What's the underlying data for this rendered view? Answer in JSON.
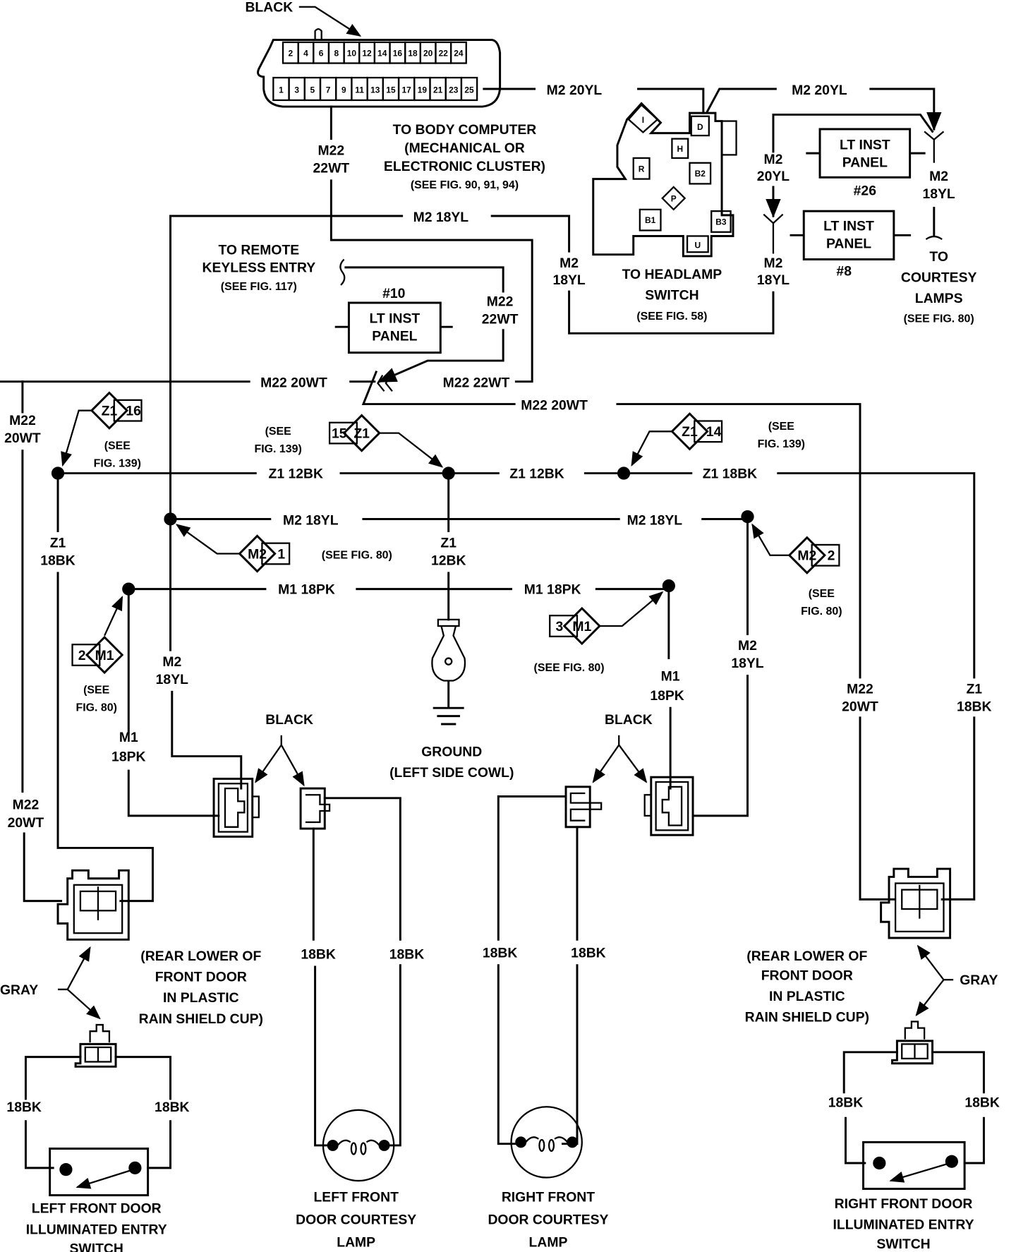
{
  "diagram": {
    "title": "Courtesy / Illuminated Entry Wiring",
    "body_computer": {
      "connector_color": "BLACK",
      "pins_top": [
        "2",
        "4",
        "6",
        "8",
        "10",
        "12",
        "14",
        "16",
        "18",
        "20",
        "22",
        "24"
      ],
      "pins_bottom": [
        "1",
        "3",
        "5",
        "7",
        "9",
        "11",
        "13",
        "15",
        "17",
        "19",
        "21",
        "23",
        "25"
      ],
      "label": [
        "TO BODY COMPUTER",
        "(MECHANICAL OR",
        "ELECTRONIC CLUSTER)",
        "(SEE FIG. 90, 91, 94)"
      ],
      "pin7_wire": [
        "M22",
        "22WT"
      ]
    },
    "headlamp_switch": {
      "pins": [
        "I",
        "D",
        "H",
        "R",
        "B2",
        "P",
        "B1",
        "B3",
        "U"
      ],
      "label": [
        "TO HEADLAMP",
        "SWITCH",
        "(SEE FIG. 58)"
      ]
    },
    "wires": {
      "m2_20yl": "M2 20YL",
      "m2_18yl": "M2 18YL",
      "m2_stack_20yl": [
        "M2",
        "20YL"
      ],
      "m2_stack_18yl": [
        "M2",
        "18YL"
      ],
      "m22_22wt": "M22 22WT",
      "m22_20wt": "M22 20WT",
      "m22_stack_22wt": [
        "M22",
        "22WT"
      ],
      "m22_stack_20wt": [
        "M22",
        "20WT"
      ],
      "z1_12bk": "Z1 12BK",
      "z1_18bk": "Z1 18BK",
      "z1_stack_12bk": [
        "Z1",
        "12BK"
      ],
      "z1_stack_18bk": [
        "Z1",
        "18BK"
      ],
      "m1_18pk": "M1 18PK",
      "m1_stack_18pk": [
        "M1",
        "18PK"
      ],
      "bk18": "18BK"
    },
    "lt_inst_panels": [
      {
        "label": [
          "LT INST",
          "PANEL"
        ],
        "num": "#26"
      },
      {
        "label": [
          "LT INST",
          "PANEL"
        ],
        "num": "#8"
      },
      {
        "label": [
          "LT INST",
          "PANEL"
        ],
        "num": "#10"
      }
    ],
    "courtesy_lamps_label": [
      "TO",
      "COURTESY",
      "LAMPS",
      "(SEE FIG. 80)"
    ],
    "remote_keyless": [
      "TO REMOTE",
      "KEYLESS ENTRY",
      "(SEE FIG. 117)"
    ],
    "splices": [
      {
        "circuit": "Z1",
        "num": "16",
        "ref": [
          "(SEE",
          "FIG. 139)"
        ]
      },
      {
        "circuit": "Z1",
        "num": "15",
        "ref": [
          "(SEE",
          "FIG. 139)"
        ]
      },
      {
        "circuit": "Z1",
        "num": "14",
        "ref": [
          "(SEE",
          "FIG. 139)"
        ]
      },
      {
        "circuit": "M2",
        "num": "1",
        "ref": [
          "(SEE FIG. 80)"
        ]
      },
      {
        "circuit": "M2",
        "num": "2",
        "ref": [
          "(SEE",
          "FIG. 80)"
        ]
      },
      {
        "circuit": "M1",
        "num": "2",
        "ref": [
          "(SEE",
          "FIG. 80)"
        ]
      },
      {
        "circuit": "M1",
        "num": "3",
        "ref": [
          "(SEE FIG. 80)"
        ]
      }
    ],
    "ground": [
      "GROUND",
      "(LEFT SIDE COWL)"
    ],
    "connector_black": "BLACK",
    "connector_gray": "GRAY",
    "door_connector_note": [
      "(REAR LOWER OF",
      "FRONT DOOR",
      "IN PLASTIC",
      "RAIN SHIELD CUP)"
    ],
    "left_switch": [
      "LEFT FRONT DOOR",
      "ILLUMINATED ENTRY",
      "SWITCH"
    ],
    "right_switch": [
      "RIGHT FRONT DOOR",
      "ILLUMINATED ENTRY",
      "SWITCH"
    ],
    "left_lamp": [
      "LEFT FRONT",
      "DOOR COURTESY",
      "LAMP"
    ],
    "right_lamp": [
      "RIGHT FRONT",
      "DOOR COURTESY",
      "LAMP"
    ]
  }
}
